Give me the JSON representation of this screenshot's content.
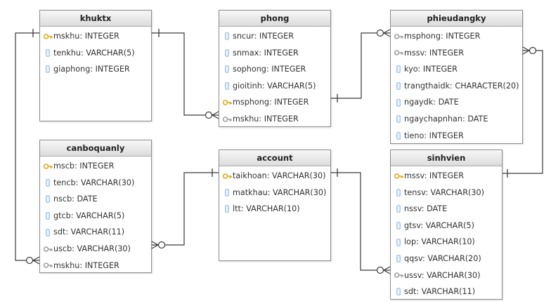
{
  "entities": [
    {
      "id": "khuktx",
      "name": "khuktx",
      "columns": [
        {
          "label": "mskhu: INTEGER",
          "key": "primary"
        },
        {
          "label": "tenkhu: VARCHAR(5)",
          "key": "none"
        },
        {
          "label": "giaphong: INTEGER",
          "key": "none"
        }
      ]
    },
    {
      "id": "phong",
      "name": "phong",
      "columns": [
        {
          "label": "sncur: INTEGER",
          "key": "none"
        },
        {
          "label": "snmax: INTEGER",
          "key": "none"
        },
        {
          "label": "sophong: INTEGER",
          "key": "none"
        },
        {
          "label": "gioitinh: VARCHAR(5)",
          "key": "none"
        },
        {
          "label": "msphong: INTEGER",
          "key": "primary"
        },
        {
          "label": "mskhu: INTEGER",
          "key": "foreign"
        }
      ]
    },
    {
      "id": "phieudangky",
      "name": "phieudangky",
      "columns": [
        {
          "label": "msphong: INTEGER",
          "key": "foreign"
        },
        {
          "label": "mssv: INTEGER",
          "key": "foreign"
        },
        {
          "label": "kyo: INTEGER",
          "key": "none"
        },
        {
          "label": "trangthaidk: CHARACTER(20)",
          "key": "none"
        },
        {
          "label": "ngaydk: DATE",
          "key": "none"
        },
        {
          "label": "ngaychapnhan: DATE",
          "key": "none"
        },
        {
          "label": "tieno: INTEGER",
          "key": "none"
        }
      ]
    },
    {
      "id": "canboquanly",
      "name": "canboquanly",
      "columns": [
        {
          "label": "mscb: INTEGER",
          "key": "primary"
        },
        {
          "label": "tencb: VARCHAR(30)",
          "key": "none"
        },
        {
          "label": "nscb: DATE",
          "key": "none"
        },
        {
          "label": "gtcb: VARCHAR(5)",
          "key": "none"
        },
        {
          "label": "sdt: VARCHAR(11)",
          "key": "none"
        },
        {
          "label": "uscb: VARCHAR(30)",
          "key": "foreign"
        },
        {
          "label": "mskhu: INTEGER",
          "key": "foreign"
        }
      ]
    },
    {
      "id": "account",
      "name": "account",
      "columns": [
        {
          "label": "taikhoan: VARCHAR(30)",
          "key": "primary"
        },
        {
          "label": "matkhau: VARCHAR(30)",
          "key": "none"
        },
        {
          "label": "ltt: VARCHAR(10)",
          "key": "none"
        }
      ]
    },
    {
      "id": "sinhvien",
      "name": "sinhvien",
      "columns": [
        {
          "label": "mssv: INTEGER",
          "key": "primary"
        },
        {
          "label": "tensv: VARCHAR(30)",
          "key": "none"
        },
        {
          "label": "nssv: DATE",
          "key": "none"
        },
        {
          "label": "gtsv: VARCHAR(5)",
          "key": "none"
        },
        {
          "label": "lop: VARCHAR(10)",
          "key": "none"
        },
        {
          "label": "qqsv: VARCHAR(20)",
          "key": "none"
        },
        {
          "label": "ussv: VARCHAR(30)",
          "key": "foreign"
        },
        {
          "label": "sdt: VARCHAR(11)",
          "key": "none"
        }
      ]
    }
  ],
  "relationships": [
    {
      "from": "khuktx",
      "to": "phong",
      "from_end": "one",
      "to_end": "zero-or-many"
    },
    {
      "from": "phong",
      "to": "phieudangky",
      "from_end": "one",
      "to_end": "zero-or-many"
    },
    {
      "from": "sinhvien",
      "to": "phieudangky",
      "from_end": "one",
      "to_end": "zero-or-many"
    },
    {
      "from": "khuktx",
      "to": "canboquanly",
      "from_end": "one",
      "to_end": "zero-or-many"
    },
    {
      "from": "account",
      "to": "canboquanly",
      "from_end": "one",
      "to_end": "zero-or-many"
    },
    {
      "from": "account",
      "to": "sinhvien",
      "from_end": "one",
      "to_end": "zero-or-many"
    }
  ],
  "colors": {
    "line": "#3a3a3a",
    "primary_key_icon": "#e2b230",
    "foreign_key_icon": "#a0a0a0",
    "column_icon": "#8fb4e0"
  }
}
